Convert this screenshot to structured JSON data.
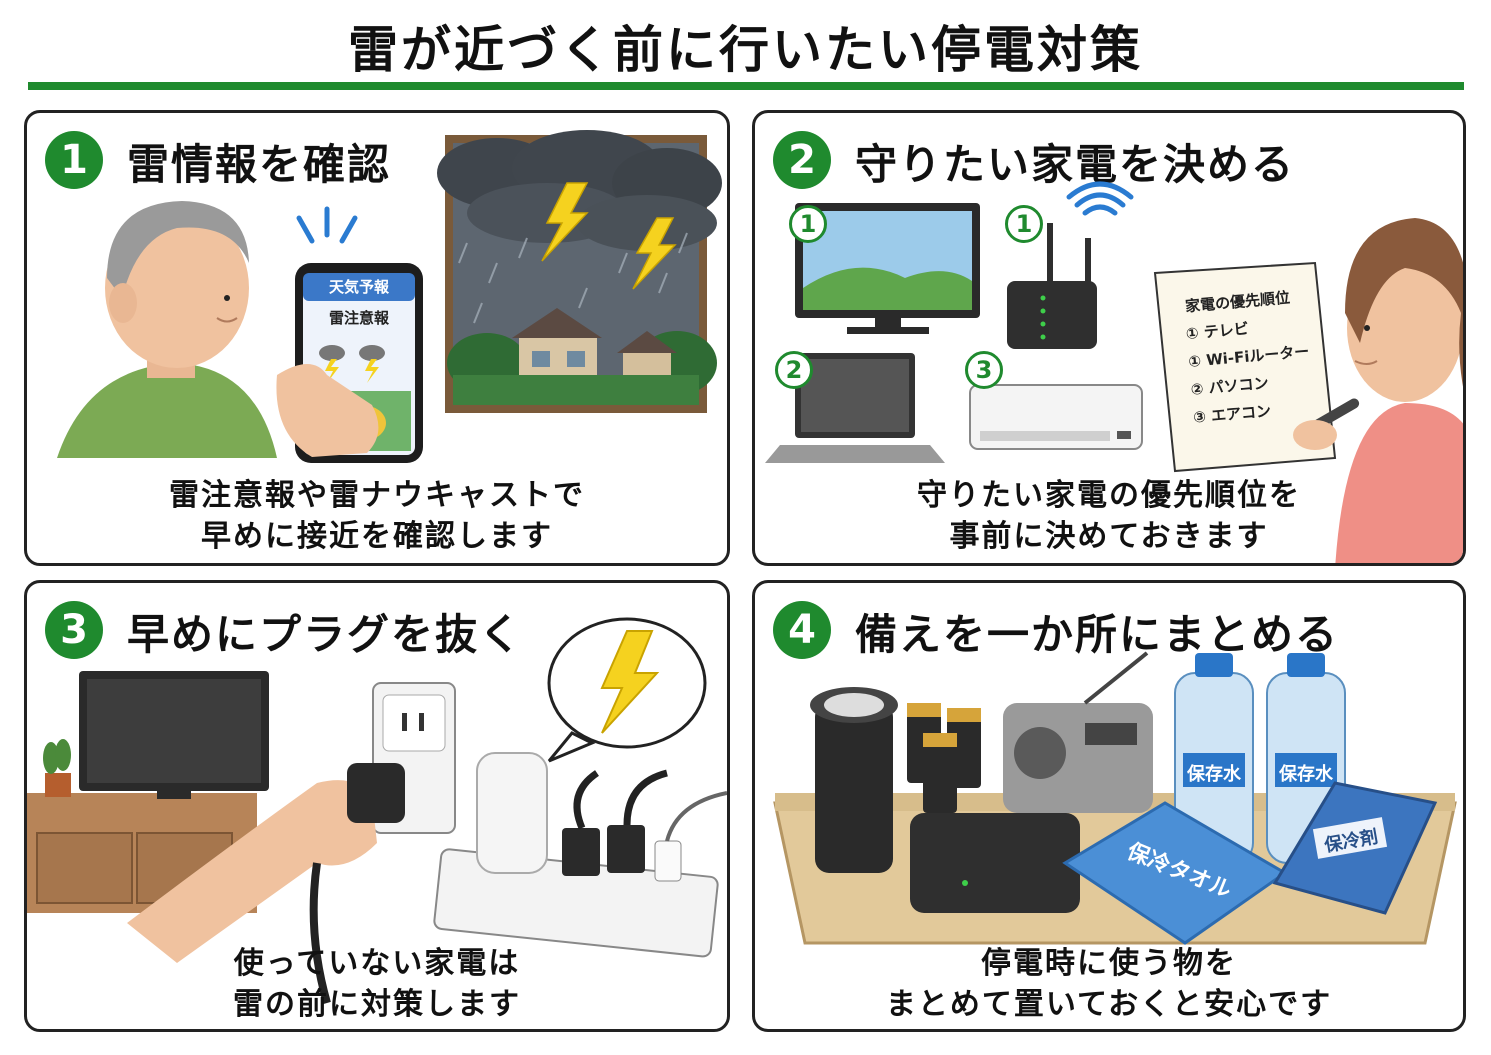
{
  "title": "雷が近づく前に行いたい停電対策",
  "colors": {
    "accent": "#1f8a2e",
    "border": "#222222",
    "lightning": "#f5d21f"
  },
  "panels": [
    {
      "number": "1",
      "heading": "雷情報を確認",
      "caption": [
        "雷注意報や雷ナウキャストで",
        "早めに接近を確認します"
      ],
      "phone": {
        "app_header": "天気予報",
        "alert": "雷注意報"
      }
    },
    {
      "number": "2",
      "heading": "守りたい家電を決める",
      "caption": [
        "守りたい家電の優先順位を",
        "事前に決めておきます"
      ],
      "appliance_ranks": {
        "tv": "1",
        "router": "1",
        "laptop": "2",
        "aircon": "3"
      },
      "note": {
        "title": "家電の優先順位",
        "items": [
          {
            "rank": "①",
            "name": "テレビ"
          },
          {
            "rank": "①",
            "name": "Wi-Fiルーター"
          },
          {
            "rank": "②",
            "name": "パソコン"
          },
          {
            "rank": "③",
            "name": "エアコン"
          }
        ]
      }
    },
    {
      "number": "3",
      "heading": "早めにプラグを抜く",
      "caption": [
        "使っていない家電は",
        "雷の前に対策します"
      ]
    },
    {
      "number": "4",
      "heading": "備えを一か所にまとめる",
      "caption": [
        "停電時に使う物を",
        "まとめて置いておくと安心です"
      ],
      "labels": {
        "water1": "保存水",
        "water2": "保存水",
        "towel": "保冷タオル",
        "coolant": "保冷剤"
      }
    }
  ]
}
